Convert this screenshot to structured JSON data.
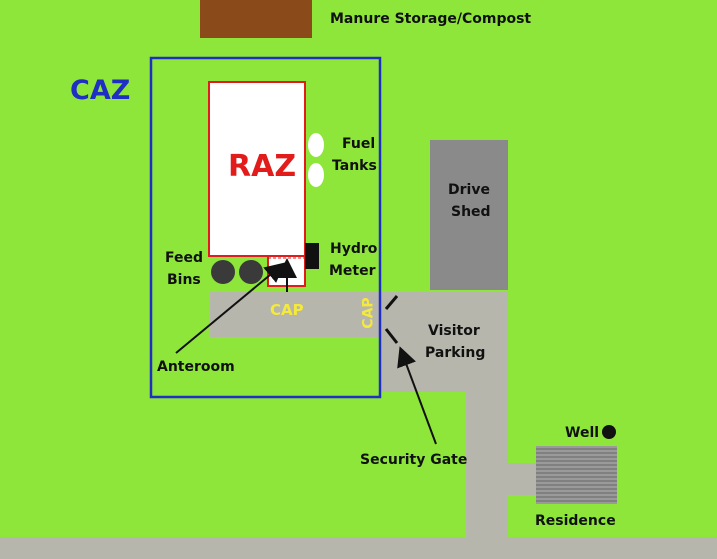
{
  "labels": {
    "manure": "Manure Storage/Compost",
    "caz": "CAZ",
    "raz": "RAZ",
    "fuel": "Fuel",
    "tanks": "Tanks",
    "drive": "Drive",
    "shed": "Shed",
    "hydro": "Hydro",
    "meter": "Meter",
    "feed": "Feed",
    "bins": "Bins",
    "cap_bottom": "CAP",
    "cap_side": "CAP",
    "visitor": "Visitor",
    "parking": "Parking",
    "anteroom": "Anteroom",
    "security_gate": "Security Gate",
    "well": "Well",
    "residence": "Residence"
  },
  "colors": {
    "grass": "#8ee63a",
    "road": "#b6b6ac",
    "caz_border": "#1f2fc4",
    "raz_border": "#e21b1b",
    "building": "#8a8a8a",
    "manure": "#8a4a1a",
    "cap_text": "#f5ea3a"
  }
}
